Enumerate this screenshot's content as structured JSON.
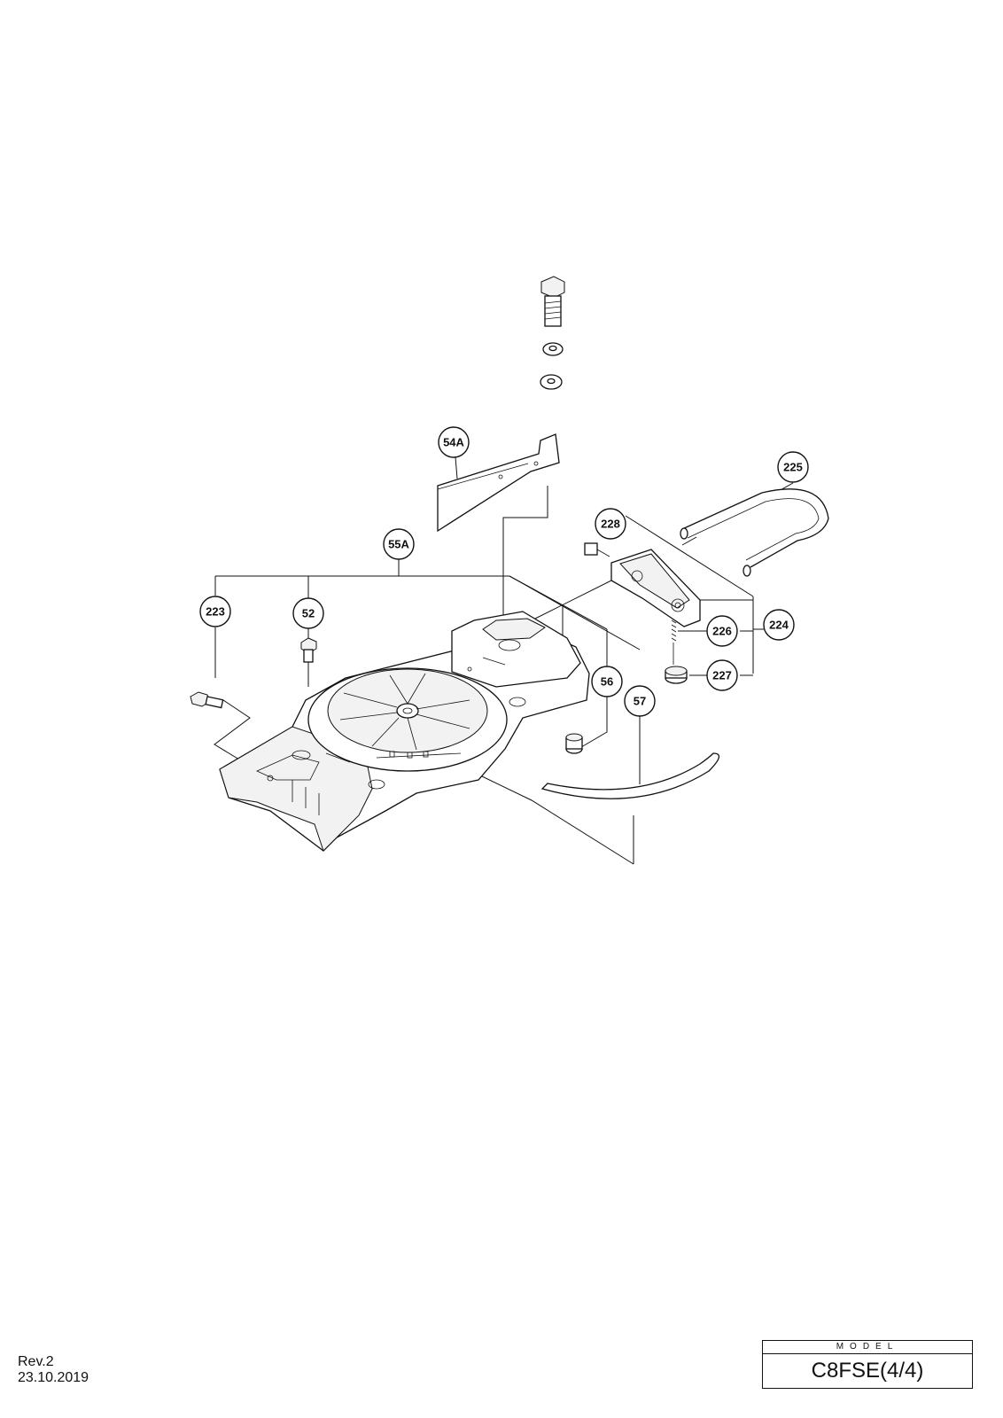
{
  "callouts": [
    {
      "id": "c54a",
      "label": "54A"
    },
    {
      "id": "c225",
      "label": "225"
    },
    {
      "id": "c228",
      "label": "228"
    },
    {
      "id": "c55a",
      "label": "55A"
    },
    {
      "id": "c223",
      "label": "223"
    },
    {
      "id": "c52",
      "label": "52"
    },
    {
      "id": "c226",
      "label": "226"
    },
    {
      "id": "c224",
      "label": "224"
    },
    {
      "id": "c56",
      "label": "56"
    },
    {
      "id": "c57",
      "label": "57"
    },
    {
      "id": "c227",
      "label": "227"
    }
  ],
  "revision": {
    "label": "Rev.2",
    "date": "23.10.2019"
  },
  "model": {
    "label": "MODEL",
    "value": "C8FSE(4/4)"
  }
}
